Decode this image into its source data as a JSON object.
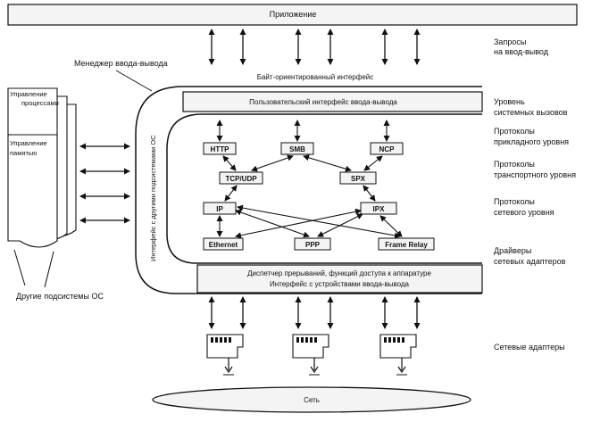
{
  "colors": {
    "ink": "#111111",
    "box_fill": "#f4f4f4",
    "paper": "#ffffff"
  },
  "top": {
    "app_label": "Приложение",
    "requests_label_1": "Запросы",
    "requests_label_2": "на ввод-вывод"
  },
  "io_manager_label": "Менеджер ввода-вывода",
  "byte_interface_label": "Байт-ориентированный интерфейс",
  "user_interface_label": "Пользовательский интерфейс ввода-вывода",
  "side_interface_label": "Интерфейс с другими подсистемами ОС",
  "dispatcher": {
    "line1": "Диспетчер прерываний, функций доступа к аппаратуре",
    "line2": "Интерфейс с устройствами ввода-вывода"
  },
  "subsystems": {
    "process_mgmt_1": "Управление",
    "process_mgmt_2": "процессами",
    "memory_mgmt_1": "Управление",
    "memory_mgmt_2": "памятью",
    "other_label": "Другие подсистемы ОС"
  },
  "protocols": {
    "http": "HTTP",
    "smb": "SMB",
    "ncp": "NCP",
    "tcpudp": "TCP/UDP",
    "spx": "SPX",
    "ip": "IP",
    "ipx": "IPX",
    "ethernet": "Ethernet",
    "ppp": "PPP",
    "frame_relay": "Frame Relay"
  },
  "right_labels": {
    "syscalls_1": "Уровень",
    "syscalls_2": "системных вызовов",
    "app_proto_1": "Протоколы",
    "app_proto_2": "прикладного уровня",
    "transport_1": "Протоколы",
    "transport_2": "транспортного уровня",
    "network_1": "Протоколы",
    "network_2": "сетевого уровня",
    "drivers_1": "Драйверы",
    "drivers_2": "сетевых адаптеров",
    "adapters": "Сетевые адаптеры"
  },
  "network_label": "Сеть",
  "adapter_count": 3,
  "adapter_icon": "network-adapter-icon"
}
